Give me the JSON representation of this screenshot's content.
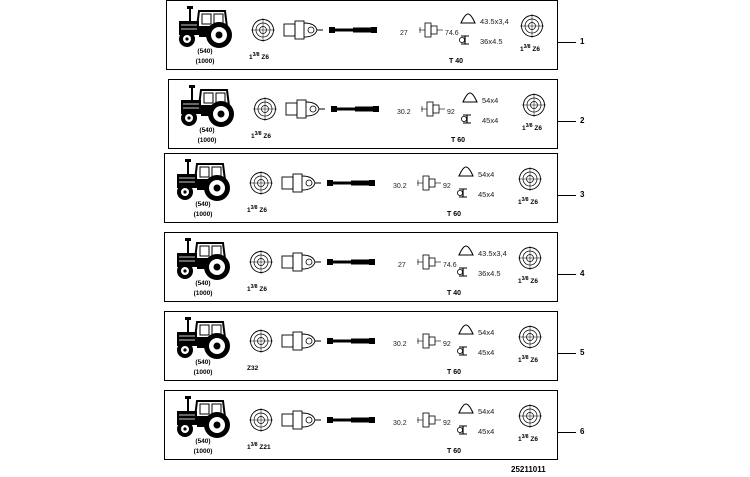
{
  "rows": [
    {
      "rpm_a": "(540)",
      "rpm_b": "(1000)",
      "shaft_base": "1",
      "shaft_sup": "3/8",
      "shaft_suffix": "Z6",
      "left_num": "27",
      "right_num": "74.6",
      "profile_top": "43.5x3,4",
      "profile_bottom": "36x4.5",
      "series": "T 40",
      "end_base": "1",
      "end_sup": "3/8",
      "end_suffix": "Z6",
      "callout": "1"
    },
    {
      "rpm_a": "(540)",
      "rpm_b": "(1000)",
      "shaft_base": "1",
      "shaft_sup": "3/8",
      "shaft_suffix": "Z6",
      "left_num": "30.2",
      "right_num": "92",
      "profile_top": "54x4",
      "profile_bottom": "45x4",
      "series": "T 60",
      "end_base": "1",
      "end_sup": "3/8",
      "end_suffix": "Z6",
      "callout": "2"
    },
    {
      "rpm_a": "(540)",
      "rpm_b": "(1000)",
      "shaft_base": "1",
      "shaft_sup": "3/8",
      "shaft_suffix": "Z6",
      "left_num": "30.2",
      "right_num": "92",
      "profile_top": "54x4",
      "profile_bottom": "45x4",
      "series": "T 60",
      "end_base": "1",
      "end_sup": "3/8",
      "end_suffix": "Z6",
      "callout": "3"
    },
    {
      "rpm_a": "(540)",
      "rpm_b": "(1000)",
      "shaft_base": "1",
      "shaft_sup": "3/8",
      "shaft_suffix": "Z6",
      "left_num": "27",
      "right_num": "74.6",
      "profile_top": "43.5x3,4",
      "profile_bottom": "36x4.5",
      "series": "T 40",
      "end_base": "1",
      "end_sup": "3/8",
      "end_suffix": "Z6",
      "callout": "4"
    },
    {
      "rpm_a": "(540)",
      "rpm_b": "(1000)",
      "shaft_base": "",
      "shaft_sup": "",
      "shaft_suffix": "Z32",
      "left_num": "30.2",
      "right_num": "92",
      "profile_top": "54x4",
      "profile_bottom": "45x4",
      "series": "T 60",
      "end_base": "1",
      "end_sup": "3/8",
      "end_suffix": "Z6",
      "callout": "5"
    },
    {
      "rpm_a": "(540)",
      "rpm_b": "(1000)",
      "shaft_base": "1",
      "shaft_sup": "3/8",
      "shaft_suffix": "Z21",
      "left_num": "30.2",
      "right_num": "92",
      "profile_top": "54x4",
      "profile_bottom": "45x4",
      "series": "T 60",
      "end_base": "1",
      "end_sup": "3/8",
      "end_suffix": "Z6",
      "callout": "6"
    }
  ],
  "reference": "25211011"
}
